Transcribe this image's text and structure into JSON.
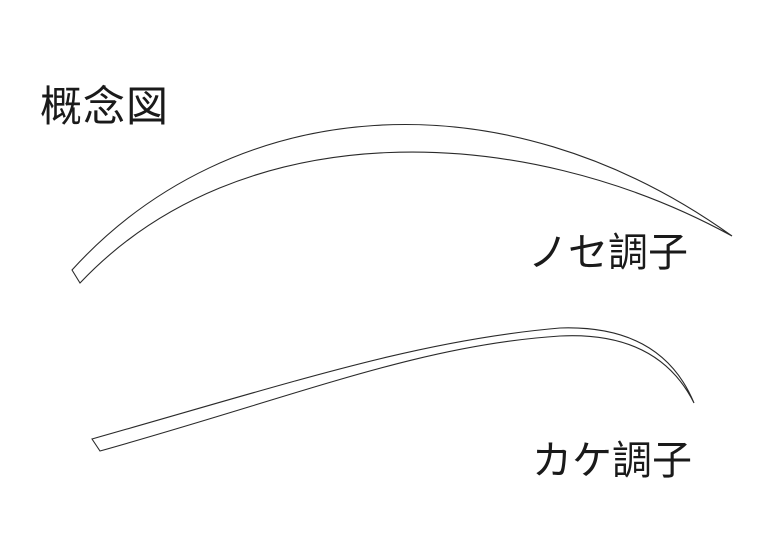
{
  "title": "概念図",
  "curves": [
    {
      "id": "nose",
      "label": "ノセ調子"
    },
    {
      "id": "kake",
      "label": "カケ調子"
    }
  ],
  "colors": {
    "background": "#ffffff",
    "line": "#2a2a2a",
    "text": "#1a1a1a"
  }
}
